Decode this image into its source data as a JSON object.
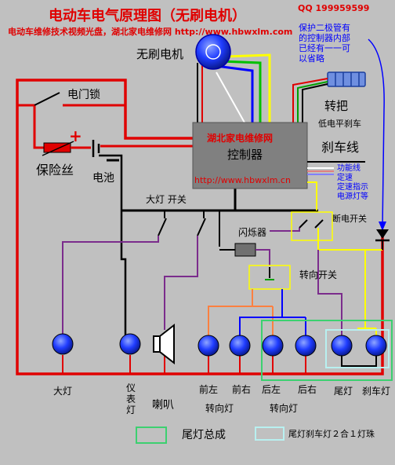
{
  "header": {
    "title": "电动车电气原理图（无刷电机）",
    "qq": "QQ 199959599",
    "promo": "电动车维修技术视频光盘，湖北家电维修网 http://www.hbwxlm.com",
    "note_lines": [
      "保护二极管有",
      "的控制器内部",
      "已经有一一可",
      "以省略"
    ]
  },
  "components": {
    "motor": "无刷电机",
    "door_lock": "电门锁",
    "fuse": "保险丝",
    "battery": "电池",
    "throttle": "转把",
    "low_brake": "低电平刹车",
    "brake_line": "刹车线",
    "controller_brand": "湖北家电维修网",
    "controller": "控制器",
    "controller_url": "http://www.hbwxlm.cn",
    "headlight_switch": "大灯 开关",
    "flasher": "闪烁器",
    "turn_switch": "转向开关",
    "power_off_switch": "断电开关",
    "function_lines": [
      "功能线",
      "定速",
      "定速指示",
      "电源灯等"
    ]
  },
  "lamps": {
    "headlight": "大灯",
    "dash_lamp": [
      "仪",
      "表",
      "灯"
    ],
    "horn": "喇叭",
    "front_left": "前左",
    "front_right": "前右",
    "front_turn": "转向灯",
    "rear_left": "后左",
    "rear_right": "后右",
    "rear_turn": "转向灯",
    "tail_lamp": "尾灯",
    "brake_lamp": "刹车灯"
  },
  "legend": {
    "tail_assembly": "尾灯总成",
    "combo_bulb": "尾灯刹车灯２合１灯珠"
  },
  "colors": {
    "background": "#c0c0c0",
    "red_wire": "#e00000",
    "black_wire": "#000000",
    "purple_wire": "#7b2c8c",
    "yellow_wire": "#ffff00",
    "blue_wire": "#0000ff",
    "green_box": "#3cd070",
    "cyan_box": "#b8f0f0",
    "lamp": "#1f3cff",
    "controller": "#808080"
  }
}
